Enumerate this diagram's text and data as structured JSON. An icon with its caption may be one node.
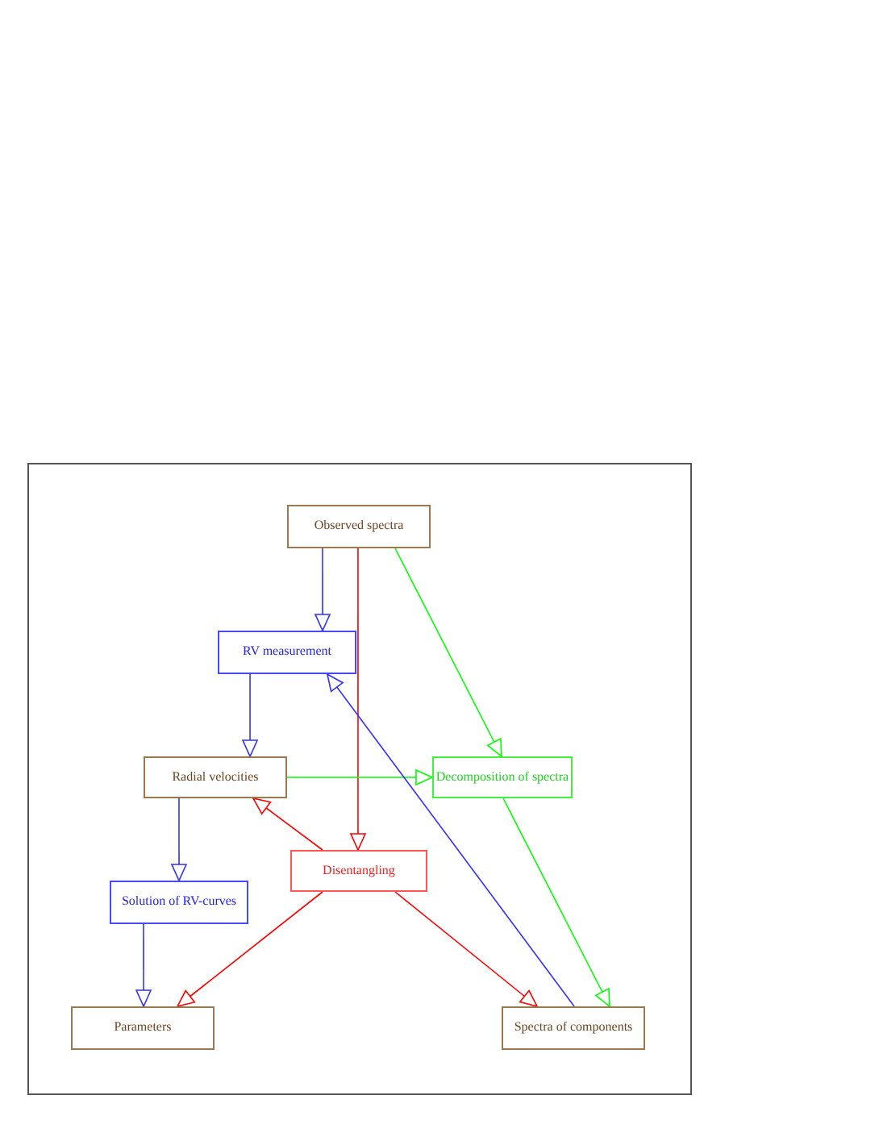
{
  "diagram": {
    "nodes": [
      {
        "text": [
          "Observed spectra"
        ]
      },
      {
        "text": [
          "RV measurement"
        ]
      },
      {
        "text": [
          "Radial velocities"
        ]
      },
      {
        "text": [
          "Decomposition of spectra"
        ]
      },
      {
        "text": [
          "Disentangling"
        ]
      },
      {
        "text": [
          "Solution of RV-curves"
        ]
      },
      {
        "text": [
          "Parameters"
        ]
      },
      {
        "text": [
          "Spectra of components"
        ]
      }
    ],
    "edges": [
      {
        "from": 0,
        "to": 1,
        "arrow": "to"
      },
      {
        "from": 0,
        "to": 4,
        "arrow": "to",
        "color": "#ff0000"
      },
      {
        "from": 0,
        "to": 3,
        "arrow": "to",
        "color": "#00ff00"
      },
      {
        "from": 1,
        "to": 2,
        "arrow": "to"
      },
      {
        "from": 2,
        "to": 3,
        "arrow": "to",
        "color": "#00ff00"
      },
      {
        "from": 4,
        "to": 2,
        "arrow": "to",
        "color": "#ff0000"
      },
      {
        "from": 2,
        "to": 5,
        "arrow": "to"
      },
      {
        "from": 4,
        "to": 6,
        "arrow": "to",
        "color": "#ff0000"
      },
      {
        "from": 4,
        "to": 7,
        "arrow": "to",
        "color": "#ff0000"
      },
      {
        "from": 7,
        "to": 1,
        "arrow": "to"
      },
      {
        "from": 3,
        "to": 7,
        "arrow": "to",
        "color": "#00ff00"
      },
      {
        "from": 5,
        "to": 6,
        "arrow": "to"
      }
    ]
  }
}
